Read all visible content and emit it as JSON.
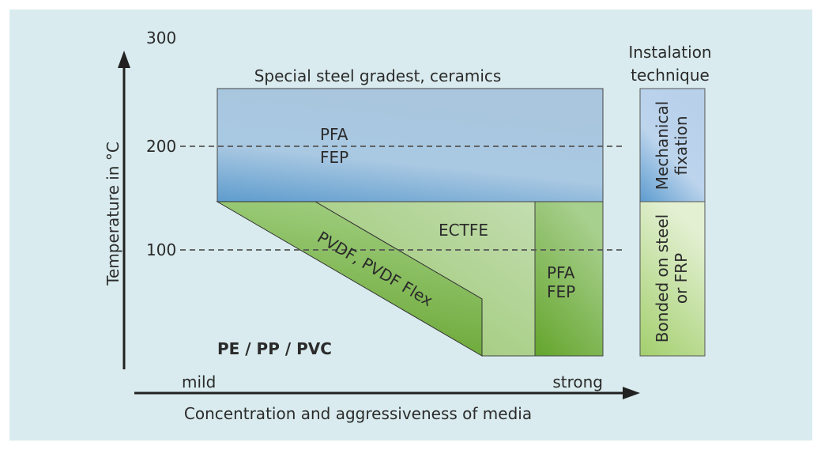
{
  "y_axis": {
    "label": "Temperature in °C",
    "ticks": [
      "300",
      "200",
      "100"
    ]
  },
  "x_axis": {
    "label": "Concentration and aggressiveness of media",
    "low": "mild",
    "high": "strong"
  },
  "regions": {
    "top_label": "Special steel gradest, ceramics",
    "blue_line1": "PFA",
    "blue_line2": "FEP",
    "pvdf": "PVDF, PVDF Flex",
    "ectfe": "ECTFE",
    "green_right_line1": "PFA",
    "green_right_line2": "FEP",
    "bottom": "PE / PP / PVC"
  },
  "installation": {
    "title_line1": "Instalation",
    "title_line2": "technique",
    "upper_line1": "Mechanical",
    "upper_line2": "fixation",
    "lower_line1": "Bonded on steel",
    "lower_line2": "or FRP"
  },
  "colors": {
    "panel": "#d9ebee",
    "blue": "#a9c8e0",
    "green_dark": "#6aa832",
    "green_light": "#a8d08a"
  }
}
